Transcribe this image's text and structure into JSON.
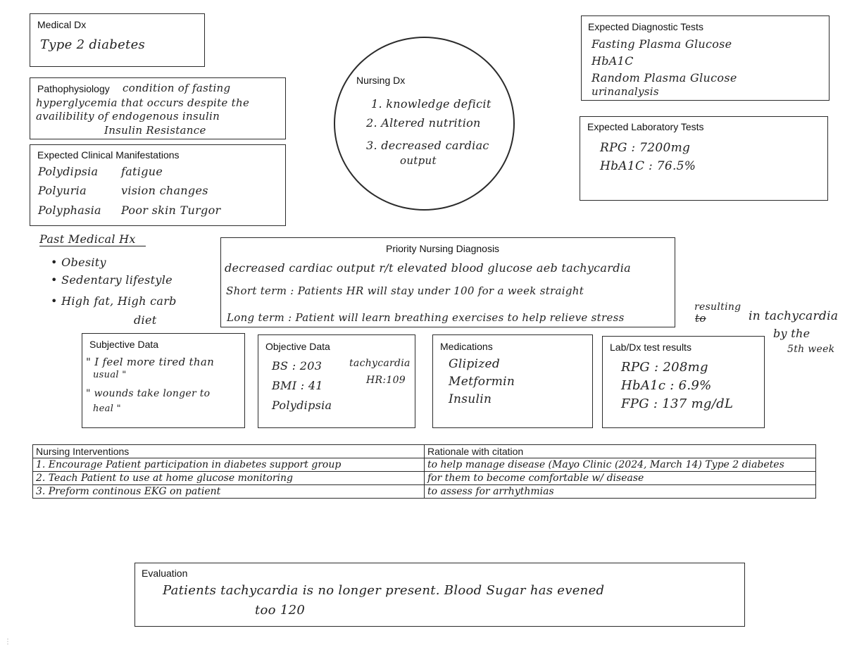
{
  "medical_dx": {
    "label": "Medical Dx",
    "value": "Type 2 diabetes"
  },
  "pathophysiology": {
    "label": "Pathophysiology",
    "line1": "condition of fasting",
    "line2": "hyperglycemia that occurs despite the",
    "line3": "availibility of endogenous insulin",
    "line4": "Insulin Resistance"
  },
  "clinical_manifestations": {
    "label": "Expected Clinical Manifestations",
    "col1": [
      "Polydipsia",
      "Polyuria",
      "Polyphasia"
    ],
    "col2": [
      "fatigue",
      "vision changes",
      "Poor skin Turgor"
    ]
  },
  "nursing_dx": {
    "label": "Nursing Dx",
    "items": [
      "1. knowledge deficit",
      "2. Altered nutrition",
      "3. decreased cardiac",
      "output"
    ]
  },
  "expected_diagnostic_tests": {
    "label": "Expected Diagnostic Tests",
    "items": [
      "Fasting Plasma Glucose",
      "HbA1C",
      "Random Plasma Glucose",
      "urinanalysis"
    ]
  },
  "expected_lab_tests": {
    "label": "Expected Laboratory Tests",
    "items": [
      "RPG : 7200mg",
      "HbA1C : 76.5%"
    ]
  },
  "past_medical_hx": {
    "label": "Past Medical Hx",
    "items": [
      "• Obesity",
      "• Sedentary lifestyle",
      "• High fat, High carb",
      "diet"
    ]
  },
  "priority_nursing_dx": {
    "label": "Priority Nursing Diagnosis",
    "statement": "decreased cardiac output r/t elevated blood glucose aeb tachycardia",
    "short_term": "Short term : Patients HR will stay under 100 for a week straight",
    "long_term": "Long term : Patient will learn breathing exercises to help relieve stress",
    "crossed_word": "to",
    "overflow_above": "resulting",
    "overflow_1": "in tachycardia",
    "overflow_2": "by the",
    "overflow_3": "5th week"
  },
  "subjective_data": {
    "label": "Subjective Data",
    "items": [
      "\" I feel more tired than",
      "usual \"",
      "\" wounds take longer to",
      "heal \""
    ]
  },
  "objective_data": {
    "label": "Objective Data",
    "items": [
      "BS : 203",
      "BMI : 41",
      "Polydipsia"
    ],
    "side1": "tachycardia",
    "side2": "HR:109"
  },
  "medications": {
    "label": "Medications",
    "items": [
      "Glipized",
      "Metformin",
      "Insulin"
    ]
  },
  "lab_results": {
    "label": "Lab/Dx test results",
    "items": [
      "RPG : 208mg",
      "HbA1c : 6.9%",
      "FPG : 137 mg/dL"
    ]
  },
  "interventions_table": {
    "headers": [
      "Nursing Interventions",
      "Rationale with citation"
    ],
    "rows": [
      [
        "1. Encourage Patient participation in diabetes support group",
        "to help manage disease (Mayo Clinic (2024, March 14) Type 2 diabetes"
      ],
      [
        "2. Teach Patient to use at home glucose monitoring",
        "for them to become comfortable w/ disease"
      ],
      [
        "3. Preform continous EKG on patient",
        "to assess for arrhythmias"
      ]
    ]
  },
  "evaluation": {
    "label": "Evaluation",
    "line1": "Patients tachycardia is no longer present. Blood Sugar has evened",
    "line2": "too 120"
  }
}
